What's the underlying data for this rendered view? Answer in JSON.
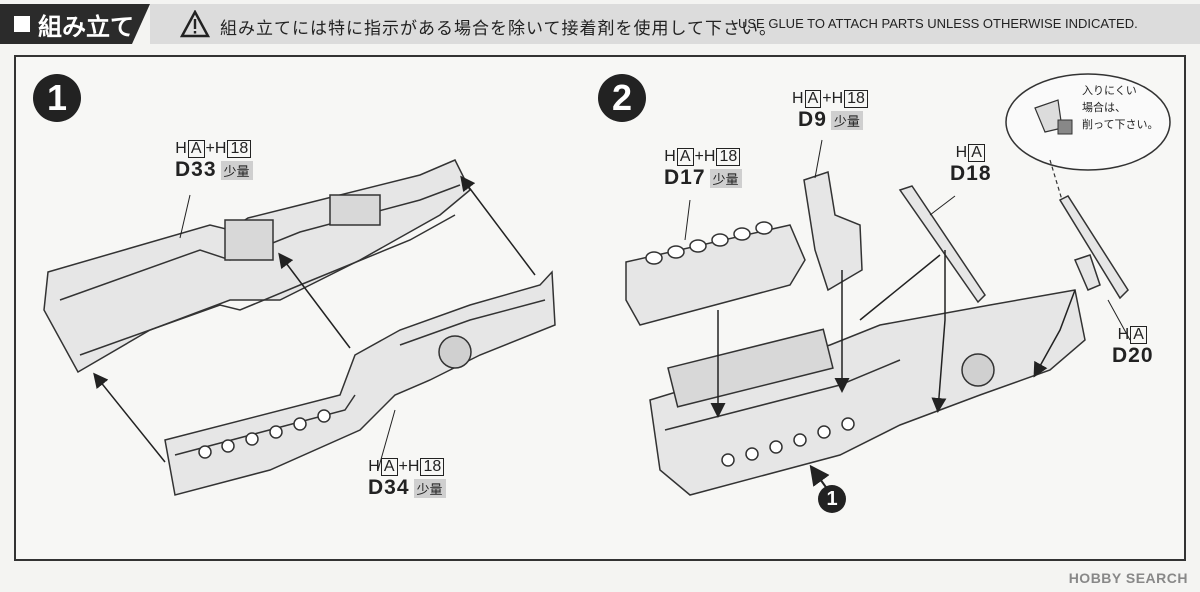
{
  "header": {
    "title": "組み立て",
    "warning_jp": "組み立てには特に指示がある場合を除いて接着剤を使用して下さい。",
    "warning_en": "USE GLUE TO ATTACH PARTS UNLESS OTHERWISE INDICATED."
  },
  "steps": [
    {
      "number": "1",
      "parts": [
        {
          "glue_a": "H",
          "glue_a_box": "A",
          "plus": "+",
          "glue_b": "H",
          "glue_b_box": "18",
          "name": "D33",
          "amount": "少量"
        },
        {
          "glue_a": "H",
          "glue_a_box": "A",
          "plus": "+",
          "glue_b": "H",
          "glue_b_box": "18",
          "name": "D34",
          "amount": "少量"
        }
      ]
    },
    {
      "number": "2",
      "parts": [
        {
          "glue_a": "H",
          "glue_a_box": "A",
          "plus": "+",
          "glue_b": "H",
          "glue_b_box": "18",
          "name": "D17",
          "amount": "少量"
        },
        {
          "glue_a": "H",
          "glue_a_box": "A",
          "plus": "+",
          "glue_b": "H",
          "glue_b_box": "18",
          "name": "D9",
          "amount": "少量"
        },
        {
          "glue_a": "H",
          "glue_a_box": "A",
          "name": "D18"
        },
        {
          "glue_a": "H",
          "glue_a_box": "A",
          "name": "D20"
        }
      ],
      "ref_step": "1",
      "note_lines": [
        "入りにくい",
        "場合は、",
        "削って下さい。"
      ]
    }
  ],
  "watermark": "HOBBY SEARCH",
  "icons": [
    "warning-icon",
    "square-icon"
  ]
}
